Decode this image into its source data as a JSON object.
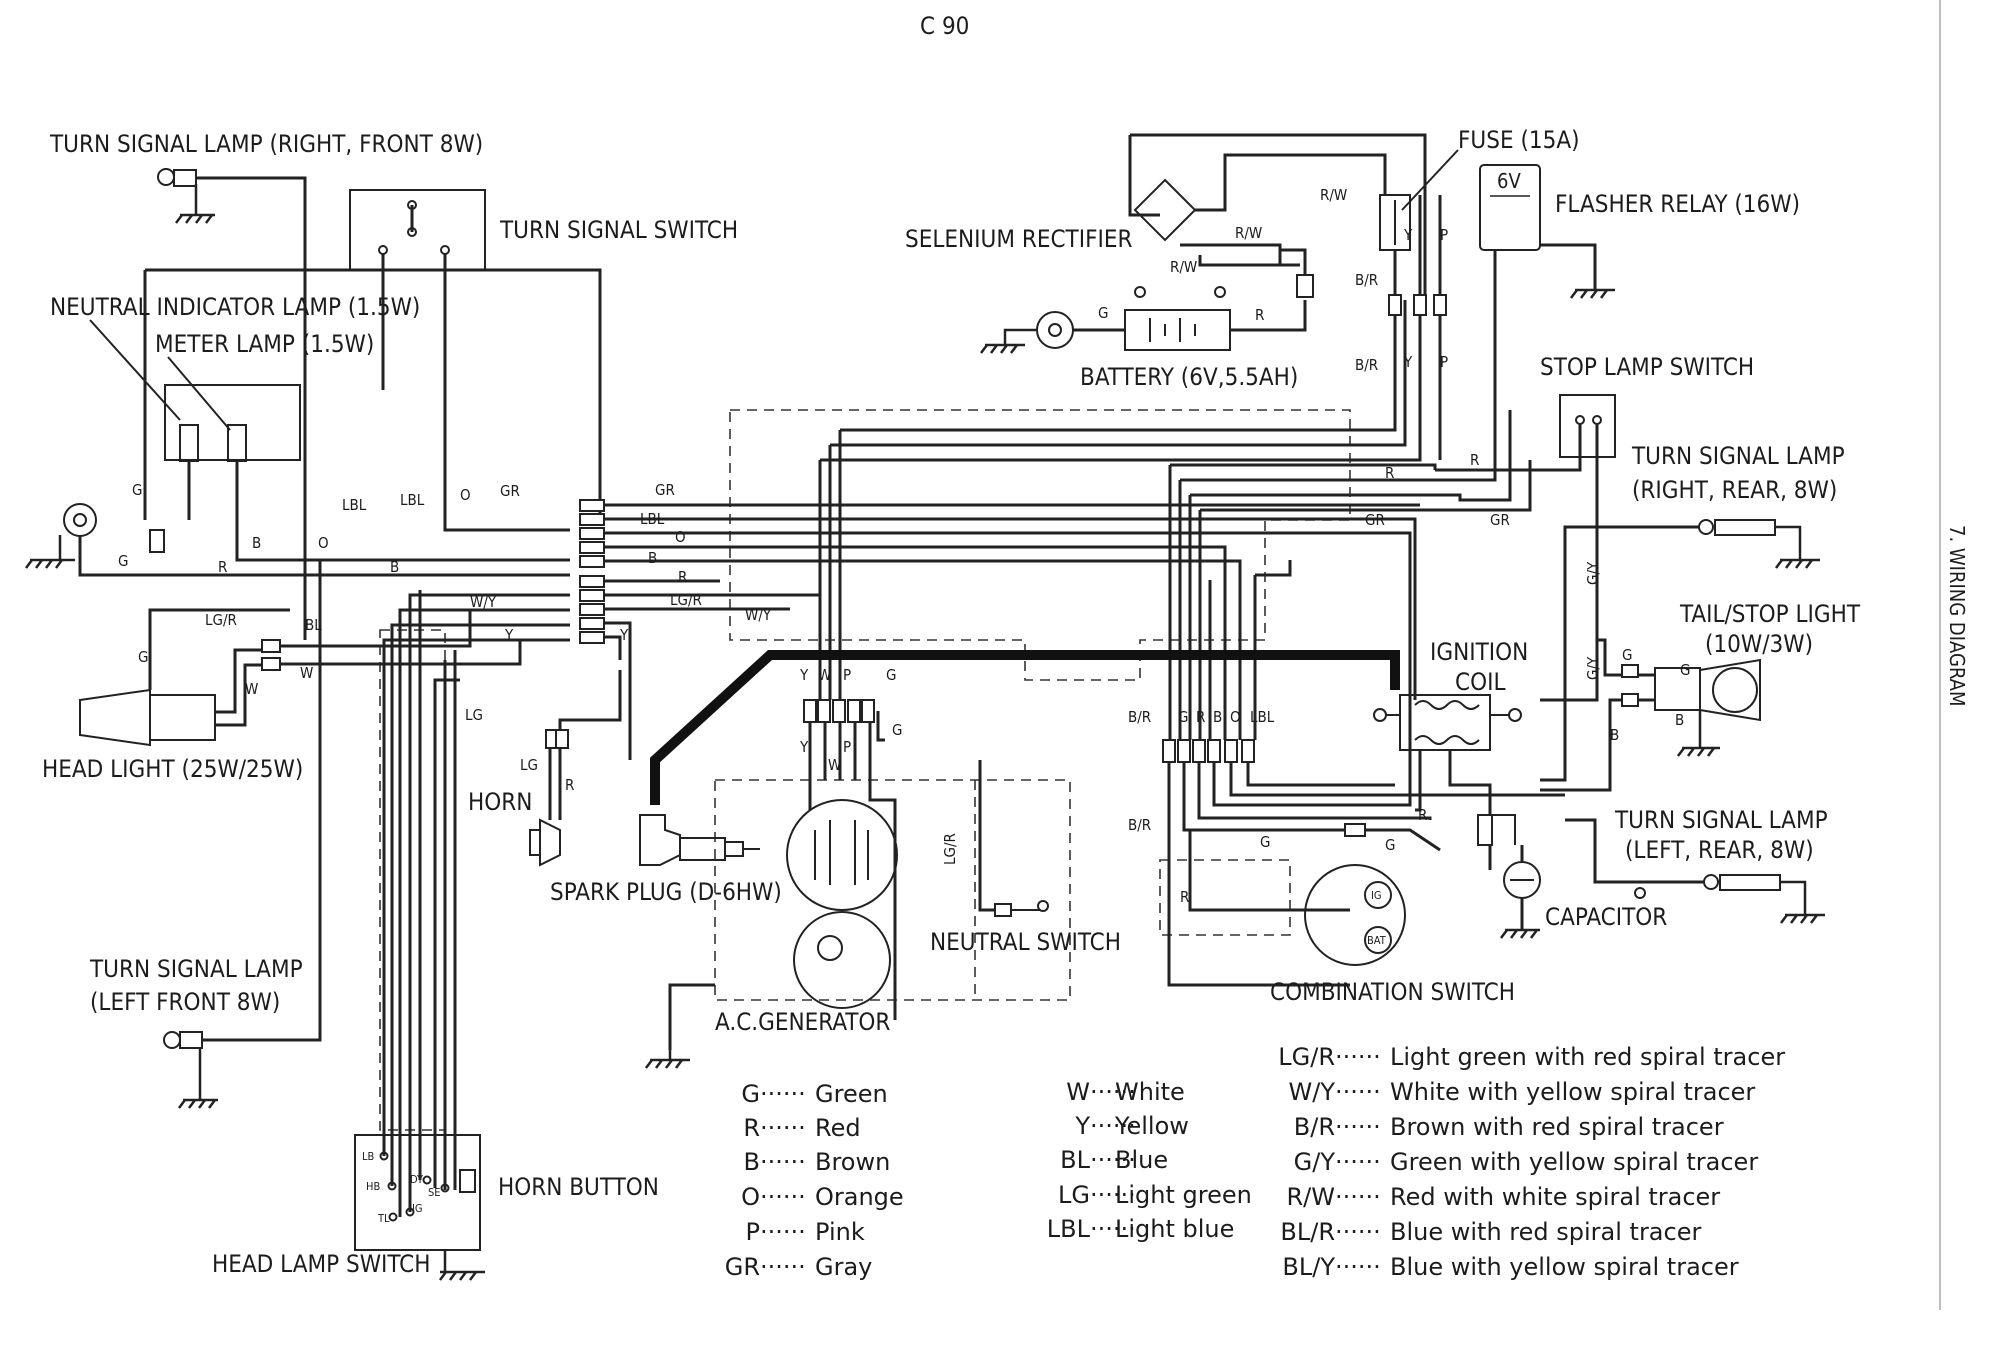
{
  "page": {
    "title": "C 90",
    "side_caption": "7.   WIRING DIAGRAM"
  },
  "components": {
    "turn_signal_rf": "TURN SIGNAL LAMP (RIGHT, FRONT 8W)",
    "turn_signal_switch": "TURN SIGNAL SWITCH",
    "neutral_indicator": "NEUTRAL INDICATOR LAMP (1.5W)",
    "meter_lamp": "METER LAMP (1.5W)",
    "head_light": "HEAD LIGHT (25W/25W)",
    "turn_signal_lf_1": "TURN SIGNAL LAMP",
    "turn_signal_lf_2": "(LEFT FRONT 8W)",
    "head_lamp_switch": "HEAD LAMP SWITCH",
    "horn_button": "HORN BUTTON",
    "horn": "HORN",
    "spark_plug": "SPARK PLUG (D-6HW)",
    "ac_generator": "A.C.GENERATOR",
    "neutral_switch": "NEUTRAL SWITCH",
    "selenium_rectifier": "SELENIUM RECTIFIER",
    "battery": "BATTERY (6V,5.5AH)",
    "fuse": "FUSE (15A)",
    "flasher_relay": "FLASHER RELAY (16W)",
    "flasher_6v": "6V",
    "stop_lamp_switch": "STOP LAMP SWITCH",
    "turn_signal_rr_1": "TURN SIGNAL LAMP",
    "turn_signal_rr_2": "(RIGHT, REAR, 8W)",
    "tail_stop_1": "TAIL/STOP LIGHT",
    "tail_stop_2": "(10W/3W)",
    "ignition_coil_1": "IGNITION",
    "ignition_coil_2": "COIL",
    "turn_signal_lr_1": "TURN SIGNAL LAMP",
    "turn_signal_lr_2": "(LEFT, REAR, 8W)",
    "capacitor": "CAPACITOR",
    "combination_switch": "COMBINATION SWITCH",
    "comb_ig": "IG",
    "comb_bat": "BAT"
  },
  "switch_terminals": [
    "LB",
    "HB",
    "TL",
    "DY",
    "IG",
    "SE"
  ],
  "wire_tags": {
    "G": "G",
    "R": "R",
    "B": "B",
    "O": "O",
    "Y": "Y",
    "W": "W",
    "P": "P",
    "GR": "GR",
    "LBL": "LBL",
    "LG": "LG",
    "BL": "BL",
    "LGR": "LG/R",
    "WY": "W/Y",
    "BR": "B/R",
    "GY": "G/Y",
    "RW": "R/W"
  },
  "legend_left": [
    {
      "code": "G",
      "meaning": "Green"
    },
    {
      "code": "R",
      "meaning": "Red"
    },
    {
      "code": "B",
      "meaning": "Brown"
    },
    {
      "code": "O",
      "meaning": "Orange"
    },
    {
      "code": "P",
      "meaning": "Pink"
    },
    {
      "code": "GR",
      "meaning": "Gray"
    }
  ],
  "legend_mid": [
    {
      "code": "W",
      "meaning": "White"
    },
    {
      "code": "Y",
      "meaning": "Yellow"
    },
    {
      "code": "BL",
      "meaning": "Blue"
    },
    {
      "code": "LG",
      "meaning": "Light green"
    },
    {
      "code": "LBL",
      "meaning": "Light blue"
    }
  ],
  "legend_right": [
    {
      "code": "LG/R",
      "meaning": "Light green with red spiral tracer"
    },
    {
      "code": "W/Y",
      "meaning": "White with yellow spiral tracer"
    },
    {
      "code": "B/R",
      "meaning": "Brown with red spiral tracer"
    },
    {
      "code": "G/Y",
      "meaning": "Green with yellow spiral tracer"
    },
    {
      "code": "R/W",
      "meaning": "Red with white spiral tracer"
    },
    {
      "code": "BL/R",
      "meaning": "Blue with red spiral tracer"
    },
    {
      "code": "BL/Y",
      "meaning": "Blue with yellow spiral tracer"
    }
  ],
  "legend_separator": "······"
}
